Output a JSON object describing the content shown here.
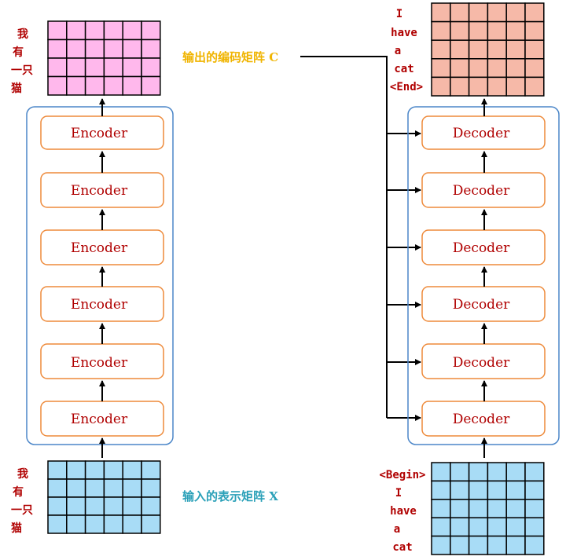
{
  "encoder": {
    "input_tokens": [
      "我",
      "有",
      "一只",
      "猫"
    ],
    "output_tokens": [
      "我",
      "有",
      "一只",
      "猫"
    ],
    "blocks": [
      "Encoder",
      "Encoder",
      "Encoder",
      "Encoder",
      "Encoder",
      "Encoder"
    ],
    "input_label": "输入的表示矩阵 X",
    "output_label": "输出的编码矩阵 C"
  },
  "decoder": {
    "input_tokens": [
      "<Begin>",
      "I",
      "have",
      "a",
      "cat"
    ],
    "output_tokens": [
      "I",
      "have",
      "a",
      "cat",
      "<End>"
    ],
    "blocks": [
      "Decoder",
      "Decoder",
      "Decoder",
      "Decoder",
      "Decoder",
      "Decoder"
    ]
  },
  "colors": {
    "pink_matrix": "#ffb8ec",
    "blue_matrix": "#a8dcf6",
    "salmon_matrix": "#f6b9a8",
    "block_border": "#ee8a3a",
    "stack_border": "#4b86c8",
    "block_text": "#b00000",
    "output_label": "#f0b400",
    "input_label": "#2aa0b8"
  }
}
